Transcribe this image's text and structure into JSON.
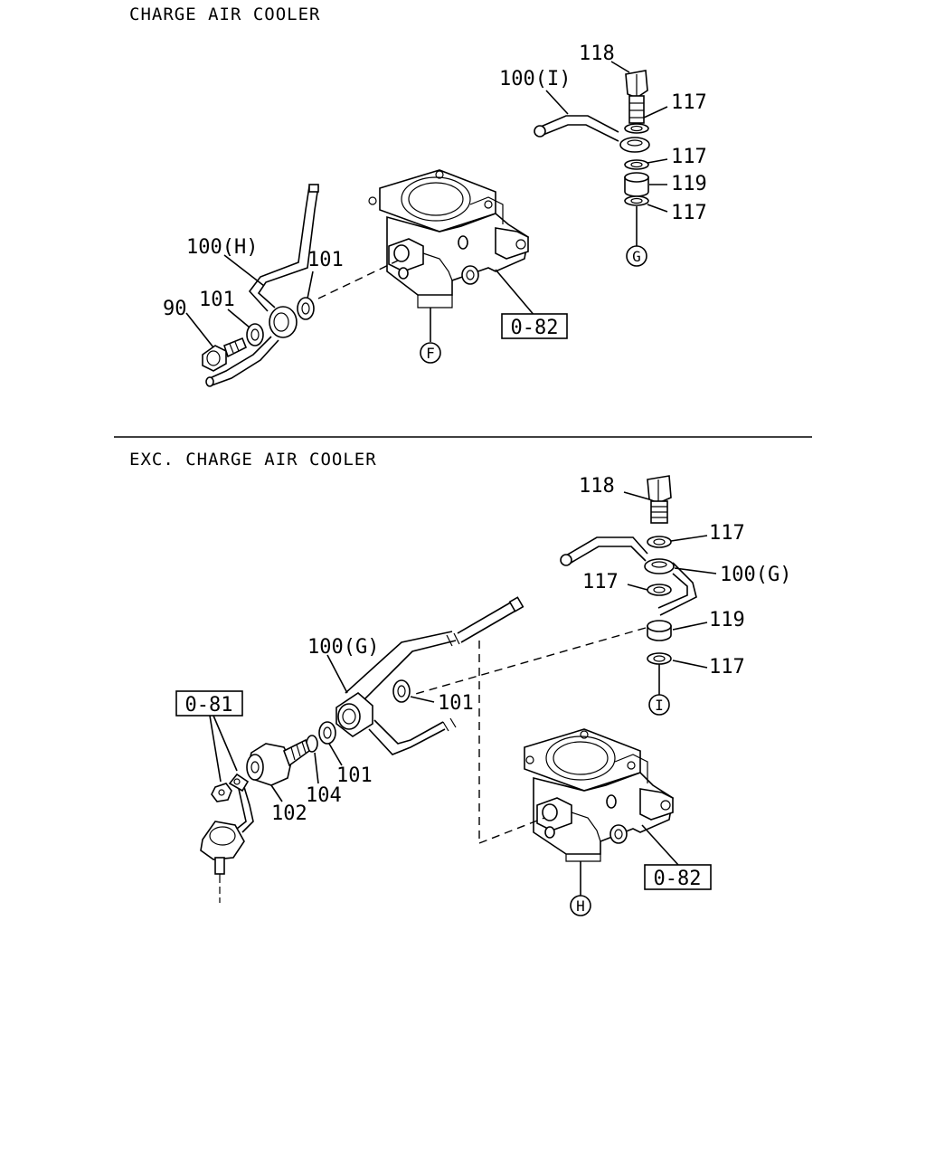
{
  "sections": {
    "top": {
      "title": "CHARGE AIR COOLER"
    },
    "bottom": {
      "title": "EXC. CHARGE AIR COOLER"
    }
  },
  "labels": {
    "t118": "118",
    "t100i": "100(I)",
    "t117a": "117",
    "t117b": "117",
    "t119": "119",
    "t117c": "117",
    "t100h": "100(H)",
    "t101a": "101",
    "t101b": "101",
    "t90": "90",
    "tref082": "0-82",
    "b118": "118",
    "b117a": "117",
    "b100g_r": "100(G)",
    "b117b": "117",
    "b119": "119",
    "b117c": "117",
    "b100g_l": "100(G)",
    "b101a": "101",
    "bref081": "0-81",
    "b101b": "101",
    "b104": "104",
    "b102": "102",
    "bref082": "0-82"
  },
  "markers": {
    "g": "G",
    "f": "F",
    "i": "I",
    "h": "H"
  }
}
